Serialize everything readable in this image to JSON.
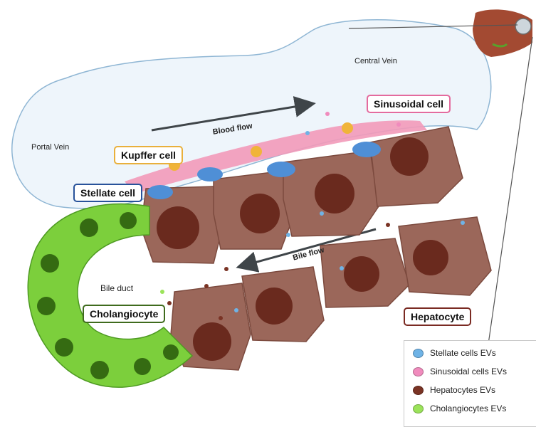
{
  "labels": {
    "central_vein": "Central Vein",
    "portal_vein": "Portal Vein",
    "blood_flow": "Blood flow",
    "bile_flow": "Bile flow",
    "bile_duct": "Bile duct"
  },
  "callouts": {
    "sinusoidal_cell": "Sinusoidal cell",
    "kupffer_cell": "Kupffer cell",
    "stellate_cell": "Stellate cell",
    "cholangiocyte": "Cholangiocyte",
    "hepatocyte": "Hepatocyte"
  },
  "legend": [
    {
      "label": "Stellate cells EVs",
      "color": "#6fb3e6"
    },
    {
      "label": "Sinusoidal cells EVs",
      "color": "#f08bbd"
    },
    {
      "label": "Hepatocytes EVs",
      "color": "#7a3324"
    },
    {
      "label": "Cholangiocytes EVs",
      "color": "#9be35a"
    }
  ],
  "colors": {
    "vein_fill": "#eef5fb",
    "vein_stroke": "#8fb6d4",
    "hepatocyte": "#9b675a",
    "hepatocyte_nucleus": "#6a2a1e",
    "cholangiocyte": "#7ccf3c",
    "cholangiocyte_nucleus": "#356b12",
    "sinusoidal": "#f29ab9",
    "stellate": "#4f8fd6",
    "kupffer": "#f0b43a",
    "liver_organ": "#a34a32"
  },
  "icons": [
    "liver-organ-icon",
    "blood-flow-arrow-icon",
    "bile-flow-arrow-icon"
  ]
}
